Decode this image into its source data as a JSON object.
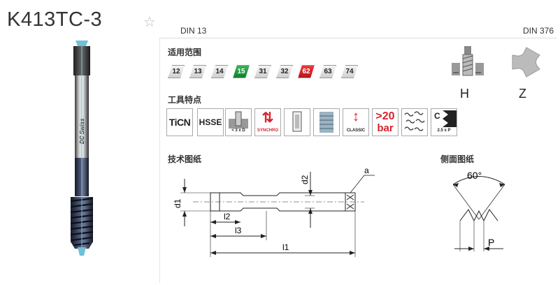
{
  "header": {
    "title": "K413TC-3",
    "star": "☆",
    "din_left": "DIN 13",
    "din_right": "DIN 376"
  },
  "applicability": {
    "heading": "适用范围",
    "materials": [
      {
        "code": "12",
        "color": "#d6d6d6"
      },
      {
        "code": "13",
        "color": "#d6d6d6"
      },
      {
        "code": "14",
        "color": "#d6d6d6"
      },
      {
        "code": "15",
        "color": "#1e9a3a"
      },
      {
        "code": "31",
        "color": "#d6d6d6"
      },
      {
        "code": "32",
        "color": "#d6d6d6"
      },
      {
        "code": "62",
        "color": "#d9232d"
      },
      {
        "code": "63",
        "color": "#d6d6d6"
      },
      {
        "code": "74",
        "color": "#d6d6d6"
      }
    ],
    "hole_type_label": "H",
    "flute_label": "Z"
  },
  "features": {
    "heading": "工具特点",
    "icons": [
      {
        "name": "ticn-coating-icon",
        "text": "TiCN"
      },
      {
        "name": "hsse-material-icon",
        "text": "HSSE"
      },
      {
        "name": "depth-3xd-icon",
        "text": "< 3 x D"
      },
      {
        "name": "synchro-icon",
        "text": "SYNCHRO"
      },
      {
        "name": "shank-icon",
        "text": ""
      },
      {
        "name": "thread-form-icon",
        "text": ""
      },
      {
        "name": "classic-icon",
        "text": "CLASSIC"
      },
      {
        "name": "coolant-20bar-icon",
        "text": ">20",
        "text2": "bar"
      },
      {
        "name": "chips-icon",
        "text": ""
      },
      {
        "name": "chamfer-c-icon",
        "text": "C",
        "text2": "2.5 x P"
      }
    ]
  },
  "technical_drawing": {
    "heading": "技术图纸",
    "labels": {
      "d1": "d1",
      "d2": "d2",
      "l1": "l1",
      "l2": "l2",
      "l3": "l3",
      "a": "a"
    }
  },
  "side_drawing": {
    "heading": "侧面图纸",
    "angle": "60°",
    "pitch": "P"
  },
  "product_image": {
    "engraving": "DC Swiss"
  }
}
